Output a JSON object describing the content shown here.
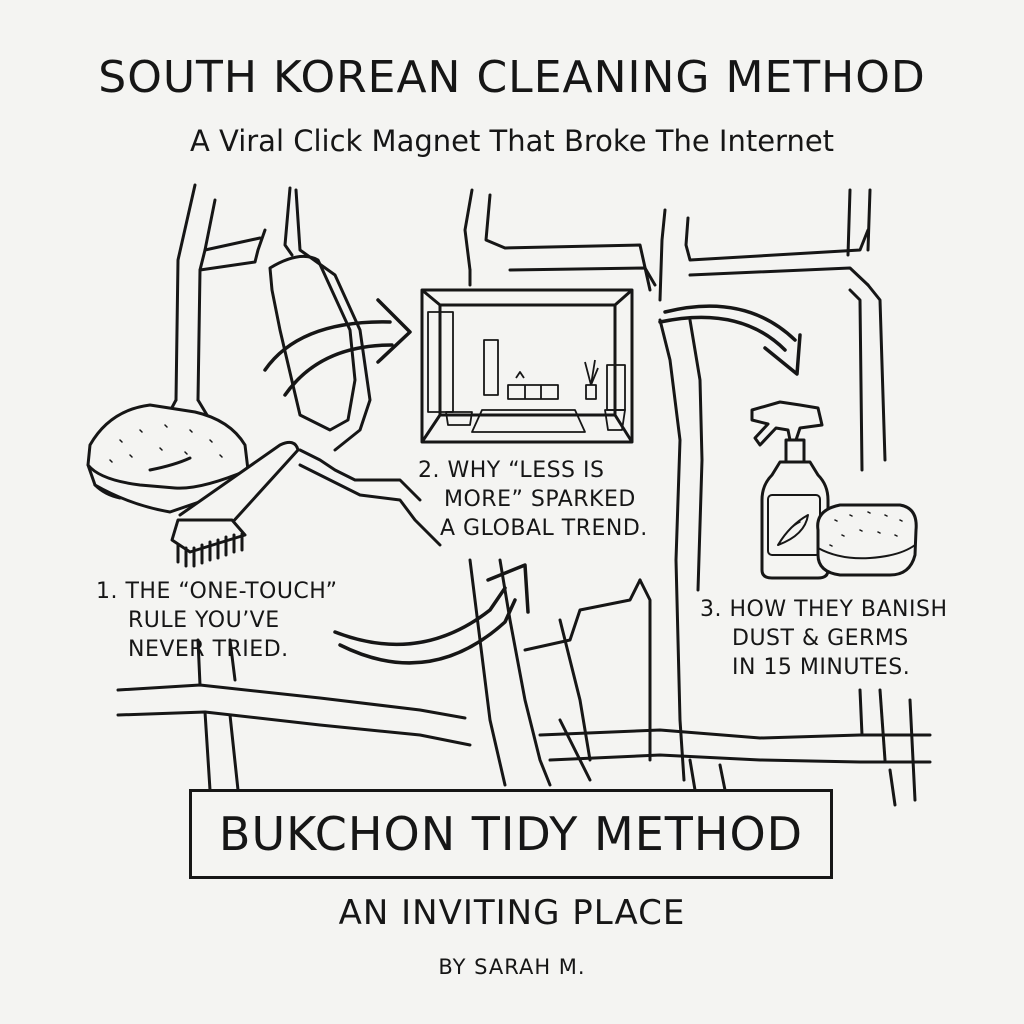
{
  "header": {
    "title": "SOUTH KOREAN CLEANING METHOD",
    "subtitle": "A Viral Click Magnet That Broke The Internet"
  },
  "steps": [
    {
      "lines": [
        "1. THE “ONE-TOUCH”",
        "RULE YOU’VE",
        "NEVER TRIED."
      ],
      "illustration": "cloth-and-brush"
    },
    {
      "lines": [
        "2. WHY “LESS IS",
        "MORE” SPARKED",
        "A GLOBAL TREND."
      ],
      "illustration": "minimal-room"
    },
    {
      "lines": [
        "3. HOW THEY BANISH",
        "DUST & GERMS",
        "IN 15 MINUTES."
      ],
      "illustration": "spray-bottle-and-sponge"
    }
  ],
  "footer": {
    "method_name": "BUKCHON TIDY METHOD",
    "tagline": "AN INVITING PLACE",
    "author": "BY SARAH M."
  },
  "colors": {
    "ink": "#161616",
    "paper": "#f4f4f2"
  }
}
